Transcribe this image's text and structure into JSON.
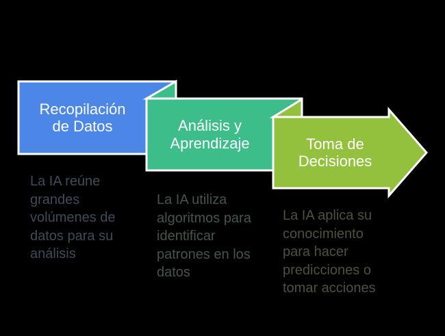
{
  "colors": {
    "background": "#000000",
    "border": "#ffffff",
    "title_text": "#ffffff"
  },
  "steps": [
    {
      "title": "Recopilación de Datos",
      "title_lines": [
        "Recopilación",
        "de Datos"
      ],
      "description": "La IA reúne grandes volúmenes de datos para su análisis",
      "description_lines": [
        "La IA reúne",
        "grandes",
        "volúmenes de",
        "datos para su",
        "análisis"
      ],
      "shape": "banner-rectangle",
      "fill_color": "#4c87e8",
      "description_text_color": "#404a59"
    },
    {
      "title": "Análisis y Aprendizaje",
      "title_lines": [
        "Análisis y",
        "Aprendizaje"
      ],
      "description": "La IA utiliza algoritmos para identificar patrones en los datos",
      "description_lines": [
        "La IA utiliza",
        "algoritmos para",
        "identificar",
        "patrones en los",
        "datos"
      ],
      "shape": "banner-rectangle-folded",
      "fill_color": "#3cbd8a",
      "description_text_color": "#46554b"
    },
    {
      "title": "Toma de Decisiones",
      "title_lines": [
        "Toma de",
        "Decisiones"
      ],
      "description": "La IA aplica su conocimiento para hacer predicciones o tomar acciones",
      "description_lines": [
        "La IA aplica su",
        "conocimiento",
        "para hacer",
        "predicciones o",
        "tomar acciones"
      ],
      "shape": "banner-arrow-right-folded",
      "fill_color": "#93c13e",
      "description_text_color": "#4b523e"
    }
  ]
}
